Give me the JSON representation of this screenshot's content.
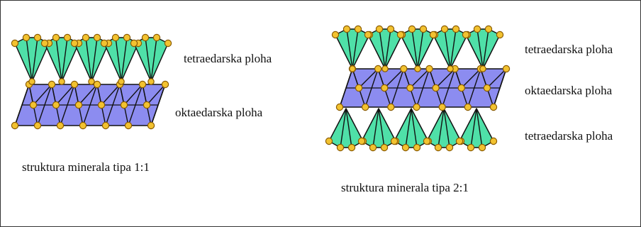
{
  "diagram_1_1": {
    "caption": "struktura minerala tipa 1:1",
    "layers": [
      {
        "label": "tetraedarska ploha",
        "type": "tetrahedral"
      },
      {
        "label": "oktaedarska ploha",
        "type": "octahedral"
      }
    ]
  },
  "diagram_2_1": {
    "caption": "struktura minerala tipa 2:1",
    "layers": [
      {
        "label": "tetraedarska ploha",
        "type": "tetrahedral"
      },
      {
        "label": "oktaedarska ploha",
        "type": "octahedral"
      },
      {
        "label": "tetraedarska ploha",
        "type": "tetrahedral"
      }
    ]
  },
  "colors": {
    "tetrahedral_fill": "#4fe0a8",
    "octahedral_fill": "#8c8cf0",
    "atom_fill": "#f2c230",
    "atom_stroke": "#8a5a00",
    "edge_stroke": "#111111"
  }
}
